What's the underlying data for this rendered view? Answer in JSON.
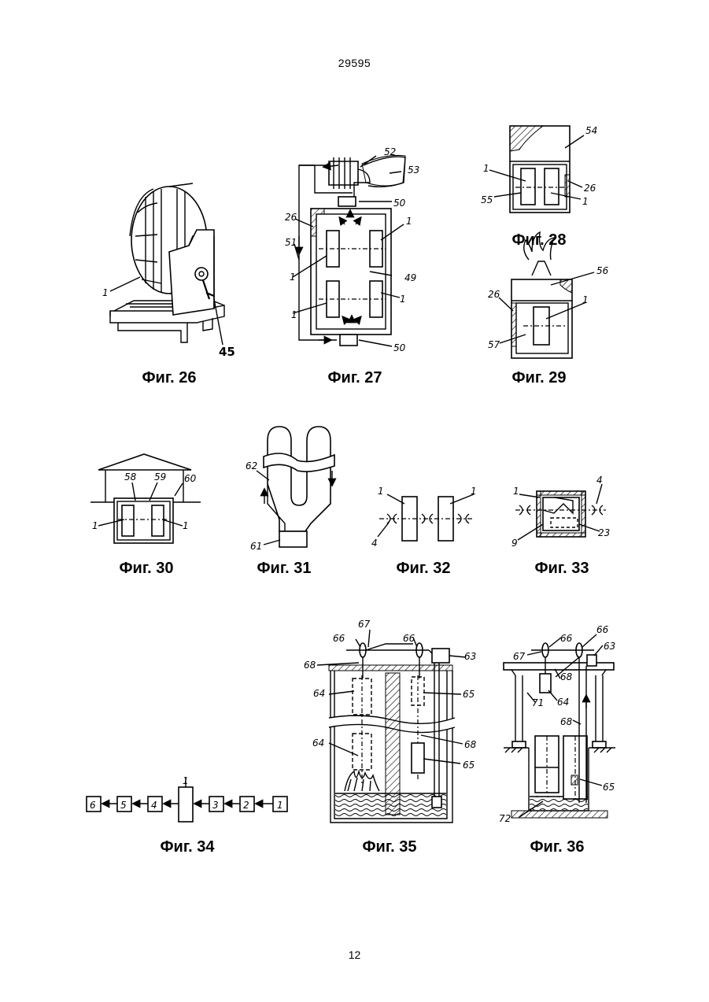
{
  "page": {
    "top_number": "29595",
    "bottom_number": "12"
  },
  "figures": [
    {
      "caption": "Фиг. 26",
      "labels": [
        "1",
        "45"
      ]
    },
    {
      "caption": "Фиг. 27",
      "labels": [
        "52",
        "53",
        "50",
        "26",
        "51",
        "1",
        "1",
        "49",
        "1",
        "1",
        "50"
      ]
    },
    {
      "caption": "Фиг. 28",
      "labels": [
        "54",
        "1",
        "26",
        "55",
        "1"
      ]
    },
    {
      "caption": "Фиг. 29",
      "labels": [
        "56",
        "26",
        "1",
        "57"
      ]
    },
    {
      "caption": "Фиг. 30",
      "labels": [
        "58",
        "59",
        "60",
        "1",
        "1"
      ]
    },
    {
      "caption": "Фиг. 31",
      "labels": [
        "62",
        "61"
      ]
    },
    {
      "caption": "Фиг. 32",
      "labels": [
        "1",
        "1",
        "4"
      ]
    },
    {
      "caption": "Фиг. 33",
      "labels": [
        "1",
        "4",
        "9",
        "23"
      ]
    },
    {
      "caption": "Фиг. 34",
      "labels": [
        "6",
        "5",
        "4",
        "1",
        "3",
        "2",
        "1"
      ]
    },
    {
      "caption": "Фиг. 35",
      "labels": [
        "67",
        "66",
        "66",
        "63",
        "68",
        "64",
        "65",
        "64",
        "68",
        "65"
      ]
    },
    {
      "caption": "Фиг. 36",
      "labels": [
        "66",
        "66",
        "67",
        "63",
        "68",
        "71",
        "64",
        "68",
        "65",
        "72"
      ]
    }
  ]
}
